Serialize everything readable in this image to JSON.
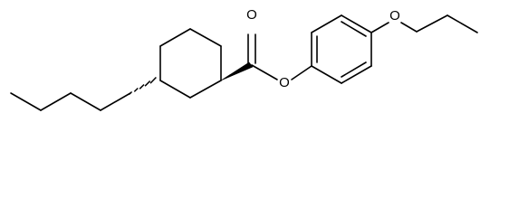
{
  "molecule": {
    "atoms": {
      "carbonyl_oxygen": "O",
      "ester_oxygen": "O",
      "ether_oxygen": "O"
    }
  },
  "colors": {
    "background": "#ffffff",
    "bond": "#000000",
    "label": "#000000"
  }
}
